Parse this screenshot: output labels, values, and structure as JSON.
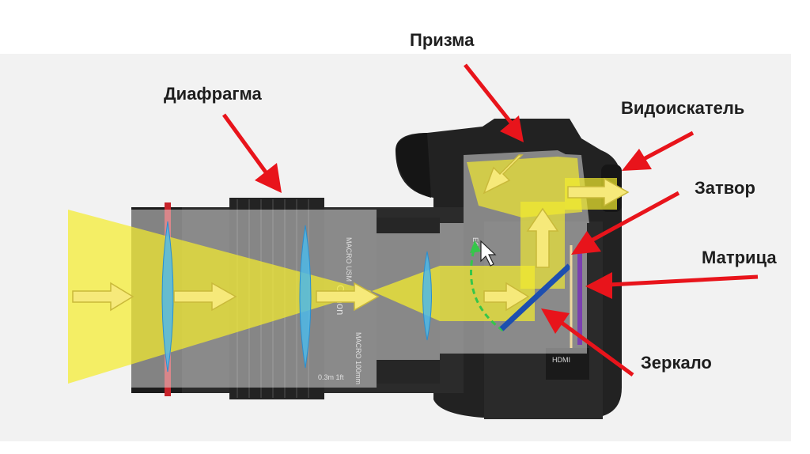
{
  "labels": {
    "prism": "Призма",
    "diaphragm": "Диафрагма",
    "viewfinder": "Видоискатель",
    "shutter": "Затвор",
    "sensor": "Матрица",
    "mirror": "Зеркало"
  },
  "camera_marks": {
    "lens_brand": "Canon",
    "lens_spec": "MACRO 100mm",
    "lens_type": "MACRO USM",
    "body_brand": "EOS",
    "port": "HDMI",
    "distance_scale": "0.3m  1ft"
  },
  "icons": [
    "arrow-right-icon",
    "arrow-up-icon",
    "arrow-diagonal-icon",
    "mouse-cursor-icon",
    "pointer-arrow-icon"
  ],
  "colors": {
    "pointer_arrow": "#e8141b",
    "light_beam": "#f4ec2e",
    "light_arrow": "#f6e97a",
    "lens_element": "#4db8e8",
    "mirror": "#1d4fb0",
    "sensor": "#7b3fb0",
    "camera_body": "#1f1f1f",
    "mirror_path": "#35c64a"
  }
}
